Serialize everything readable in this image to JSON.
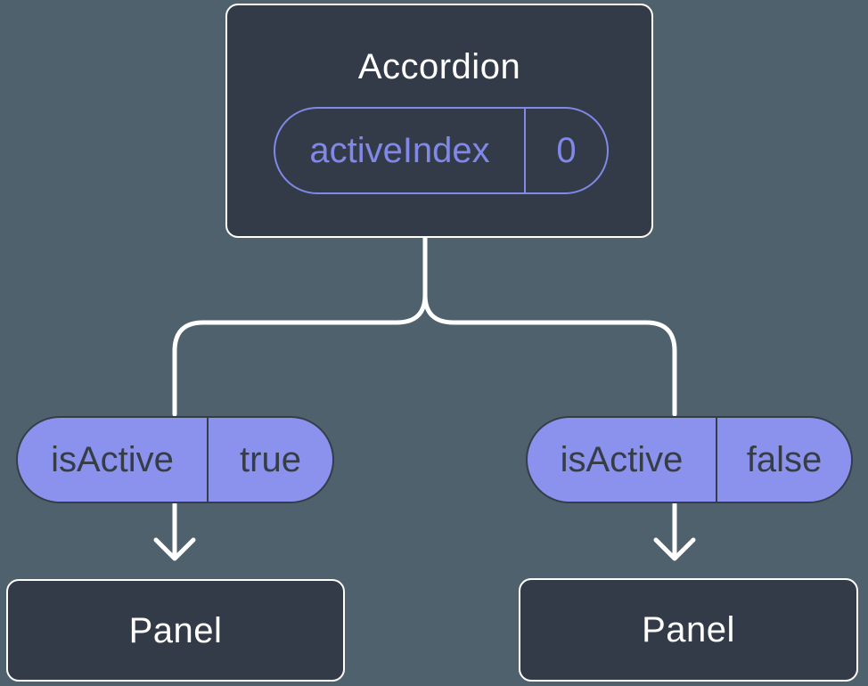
{
  "diagram": {
    "type": "react-component-tree",
    "colors": {
      "background": "#4e616c",
      "node_fill": "#343b48",
      "node_border": "#ffffff",
      "connector": "#ffffff",
      "state_accent": "#8088e8",
      "prop_pill_fill": "#8b92ee",
      "prop_pill_dark": "#363d47"
    },
    "root_node": {
      "title": "Accordion",
      "state": {
        "name": "activeIndex",
        "value": "0"
      }
    },
    "props": {
      "left": {
        "name": "isActive",
        "value": "true"
      },
      "right": {
        "name": "isActive",
        "value": "false"
      }
    },
    "children": {
      "left": {
        "title": "Panel"
      },
      "right": {
        "title": "Panel"
      }
    }
  }
}
